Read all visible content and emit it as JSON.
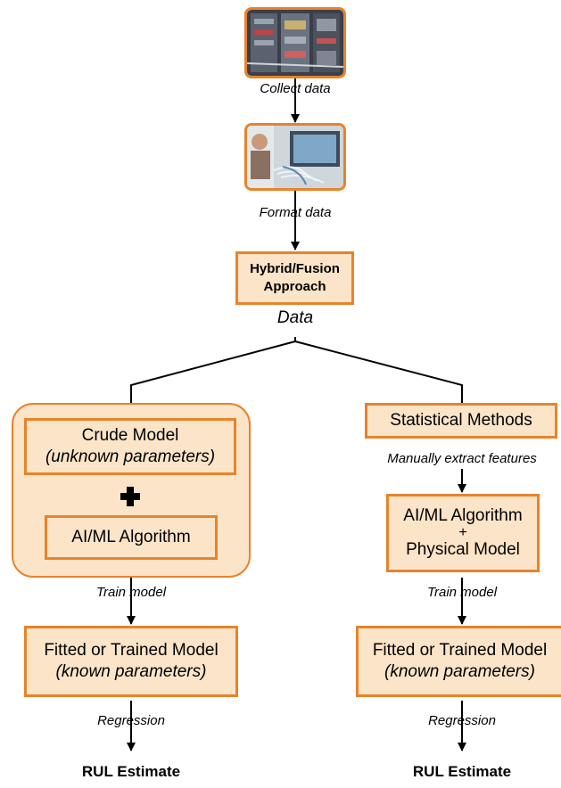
{
  "steps": {
    "collect_label": "Collect data",
    "format_label": "Format data",
    "hybrid_box": [
      "Hybrid/Fusion",
      "Approach"
    ],
    "data_label": "Data"
  },
  "left_branch": {
    "crude_model": "Crude Model",
    "crude_params": "(unknown parameters)",
    "plus_symbol": "+",
    "algorithm": "AI/ML Algorithm",
    "train_label": "Train model",
    "fitted_title": "Fitted or Trained Model",
    "fitted_params": "(known parameters)",
    "regression_label": "Regression",
    "result": "RUL Estimate"
  },
  "right_branch": {
    "statistical": "Statistical Methods",
    "extract_label": "Manually extract features",
    "algorithm_lines": [
      "AI/ML Algorithm",
      "+",
      "Physical Model"
    ],
    "train_label": "Train model",
    "fitted_title": "Fitted or Trained Model",
    "fitted_params": "(known parameters)",
    "regression_label": "Regression",
    "result": "RUL Estimate"
  },
  "colors": {
    "border": "#e8832a",
    "fill": "#fce4c8",
    "line": "#000000"
  },
  "icons": [
    "server-rack-photo",
    "technician-cabling-photo"
  ]
}
